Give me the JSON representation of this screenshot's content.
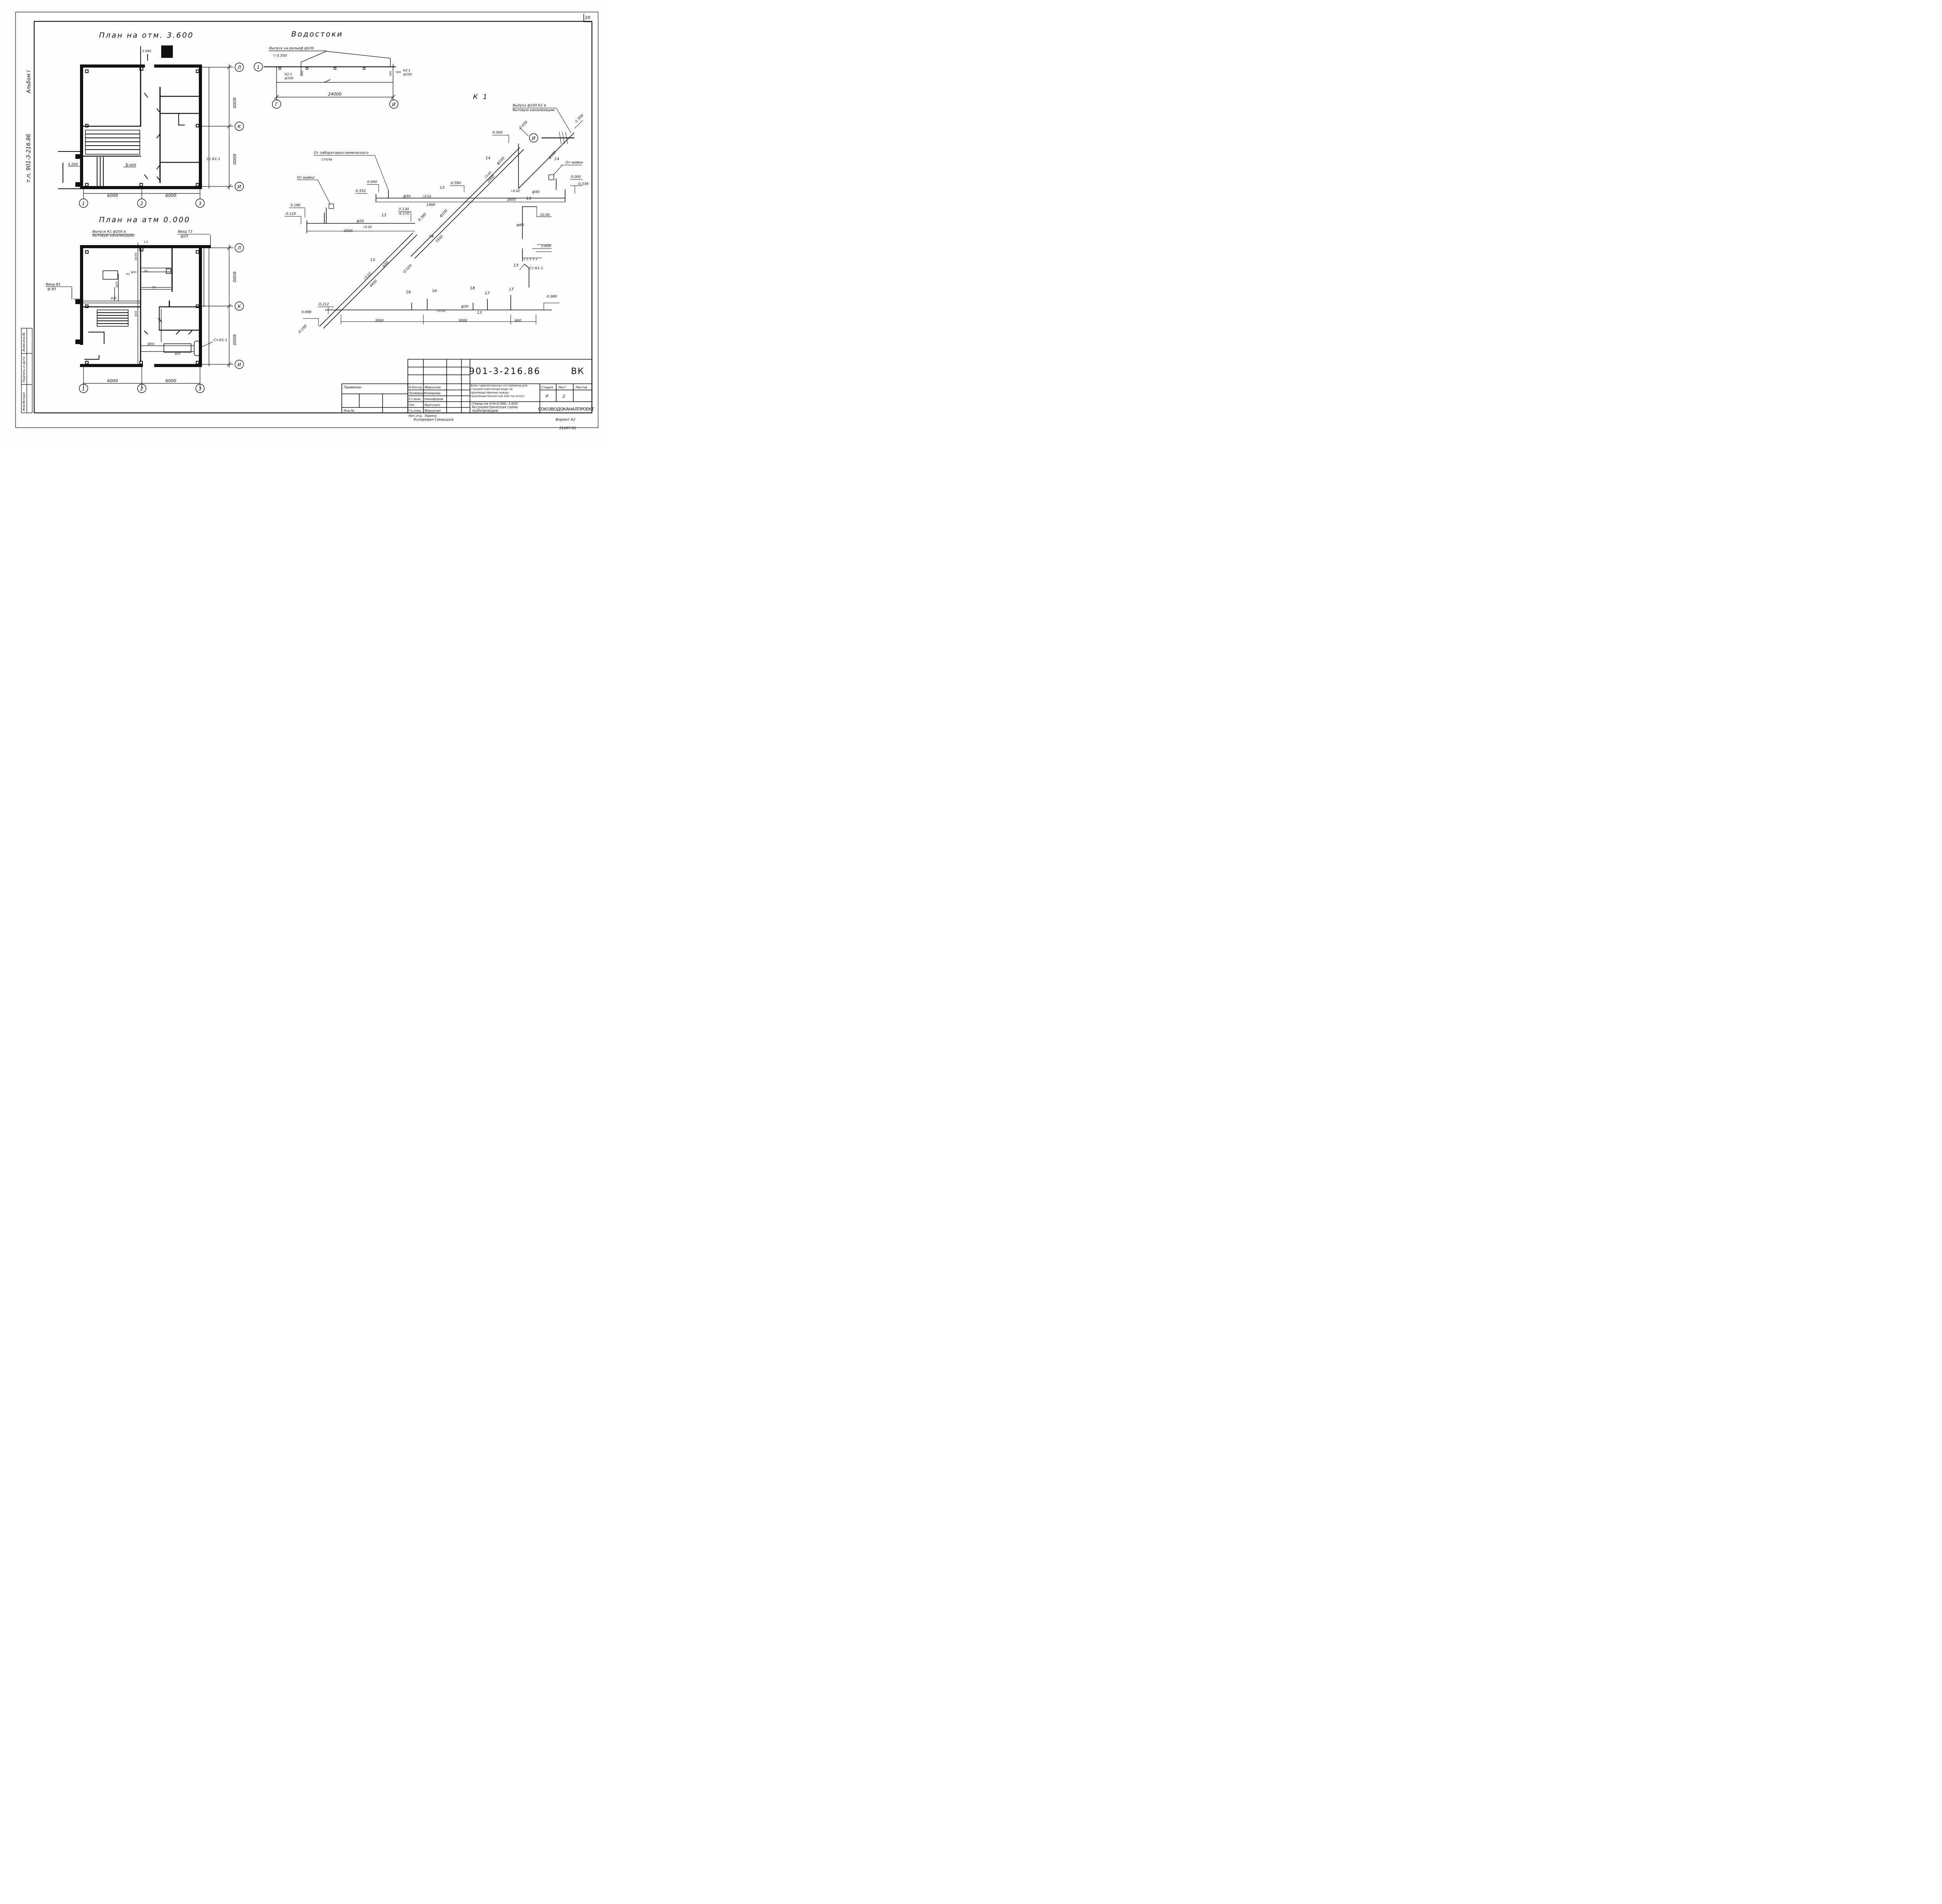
{
  "sheet": {
    "number": "20",
    "album_label": "Альбом I",
    "doc_side_code": "т.п. 901-3-216.86",
    "copied_by": "Копировал Синицына",
    "format": "Формат А2",
    "archive_number": "21607-01"
  },
  "left_stamp": {
    "cells": [
      "Инв.№подл.",
      "Подпись и дата",
      "Взам.инв.№"
    ]
  },
  "plan_upper": {
    "title": "План на отм. 3.600",
    "axes_letters": [
      "Л",
      "К",
      "И"
    ],
    "axes_numbers": [
      "1",
      "2",
      "3"
    ],
    "dims_horizontal": [
      "6000",
      "6000"
    ],
    "dims_vertical": [
      "6000",
      "6000"
    ],
    "marks": [
      "3.580",
      "4.200",
      "3.600",
      "Ст.К1-1"
    ]
  },
  "plan_lower": {
    "title": "План на атм 0.000",
    "axes_letters": [
      "Л",
      "К",
      "И"
    ],
    "axes_numbers": [
      "1",
      "2",
      "3"
    ],
    "dims_horizontal": [
      "6000",
      "6000"
    ],
    "dims_vertical": [
      "6000",
      "6000"
    ],
    "outlet_k1": "Выпуск К1 ф100 в",
    "outlet_k1_sub": "бытовую канализацию",
    "input_t3": "Ввод Т3",
    "input_t3_d": "ф25",
    "input_v1": "Ввод В1",
    "input_v1_d": "ф 80",
    "riser": "Ст.К1-1",
    "pipe_labels": [
      "ф50",
      "ф15",
      "ф25",
      "ф32",
      "ф50",
      "ф15",
      "К1",
      "В1",
      "Т3",
      "ф100",
      "1.0"
    ]
  },
  "drains": {
    "title": "Водостоки",
    "outlet_label": "Выпуск на рельеф ф100",
    "level": "▽ 0.500",
    "axis_top": "1",
    "axes_bottom": [
      "Г",
      "И"
    ],
    "dimension": "24000",
    "k2_2": "К2-2",
    "k2_2_d": "ф100",
    "k2_1": "К2-1",
    "k2_1_d": "ф100",
    "marks": [
      "450",
      "450",
      "500"
    ]
  },
  "axonometry": {
    "title": "К 1",
    "outlet_label": "Выпуск ф100 К1 в",
    "outlet_sub": "бытовую канализацию",
    "axis": "И",
    "from_lab_table": "От лабораторно-химического",
    "from_lab_table_2": "стола",
    "from_sink_left": "От мойки",
    "from_sink_right": "От мойки",
    "levels": [
      "0.000",
      "-0.630",
      "-1.500",
      "0.000",
      "-0.552",
      "-0.590",
      "0.000",
      "-0.538",
      "0.180",
      "-0.120",
      "0.130",
      "-0.170",
      "0.380",
      "-0.520",
      "-0.212",
      "0.088",
      "-0.190",
      "-0.080",
      "10.00",
      "3.600"
    ],
    "pipe_marks": [
      "ф100",
      "ф100",
      "ф50",
      "ф50",
      "ф50",
      "ф50",
      "ф100",
      "ф80",
      "ф50"
    ],
    "slopes": [
      "i.0.02",
      "i.0.02",
      "i.0.02",
      "i.0.02",
      "i.0.02",
      "i.0.02"
    ],
    "lengths": [
      "2000",
      "1900",
      "2600",
      "2500",
      "3500",
      "4400",
      "3000",
      "3000",
      "600"
    ],
    "item_numbers": [
      "14",
      "14",
      "13",
      "13",
      "13",
      "14",
      "13",
      "13",
      "13",
      "16",
      "16",
      "18",
      "17",
      "17"
    ],
    "riser": "Ст.К1-1"
  },
  "title_block": {
    "code": "901-3-216.86",
    "mark": "ВК",
    "bound": "Привязан",
    "inv": "Инв.№:",
    "roles": [
      "Н.Контр.",
      "Проверил",
      "Ст.инж.",
      "Гип",
      "Гл.спец",
      "Нач.отд."
    ],
    "names": [
      "Мирончик",
      "Комарова",
      "Никифоров",
      "Братухин",
      "Мирончик",
      "Харина"
    ],
    "project_desc": "Блок горизонтальных отстойников для станции осветления воды на производственные нужды производительностью 100 тыс.м³/сут",
    "sheet_title": "Планы на отм.0.000; 3.600 Аксонометрическая схема трубопроводов",
    "col_stage": "Стадия",
    "col_sheet": "Лист",
    "col_sheets": "Листов",
    "stage": "Р",
    "sheet": "2",
    "sheets": "",
    "org": "СОЮЗВОДОКАНАЛПРОЕКТ"
  }
}
